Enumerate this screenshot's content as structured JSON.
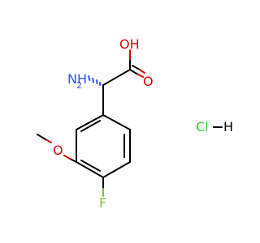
{
  "atoms": {
    "hydroxyl": "OH",
    "carbonyl_oxygen": "O",
    "amine": "NH",
    "amine_h_count": "2",
    "methoxy_oxygen": "O",
    "fluorine": "F",
    "chloride": "Cl",
    "hydrogen": "H"
  },
  "colors": {
    "carbon_bond": "#000000",
    "oxygen": "#e00000",
    "nitrogen": "#3050f8",
    "fluorine": "#7cc040",
    "chlorine": "#33cc33"
  }
}
